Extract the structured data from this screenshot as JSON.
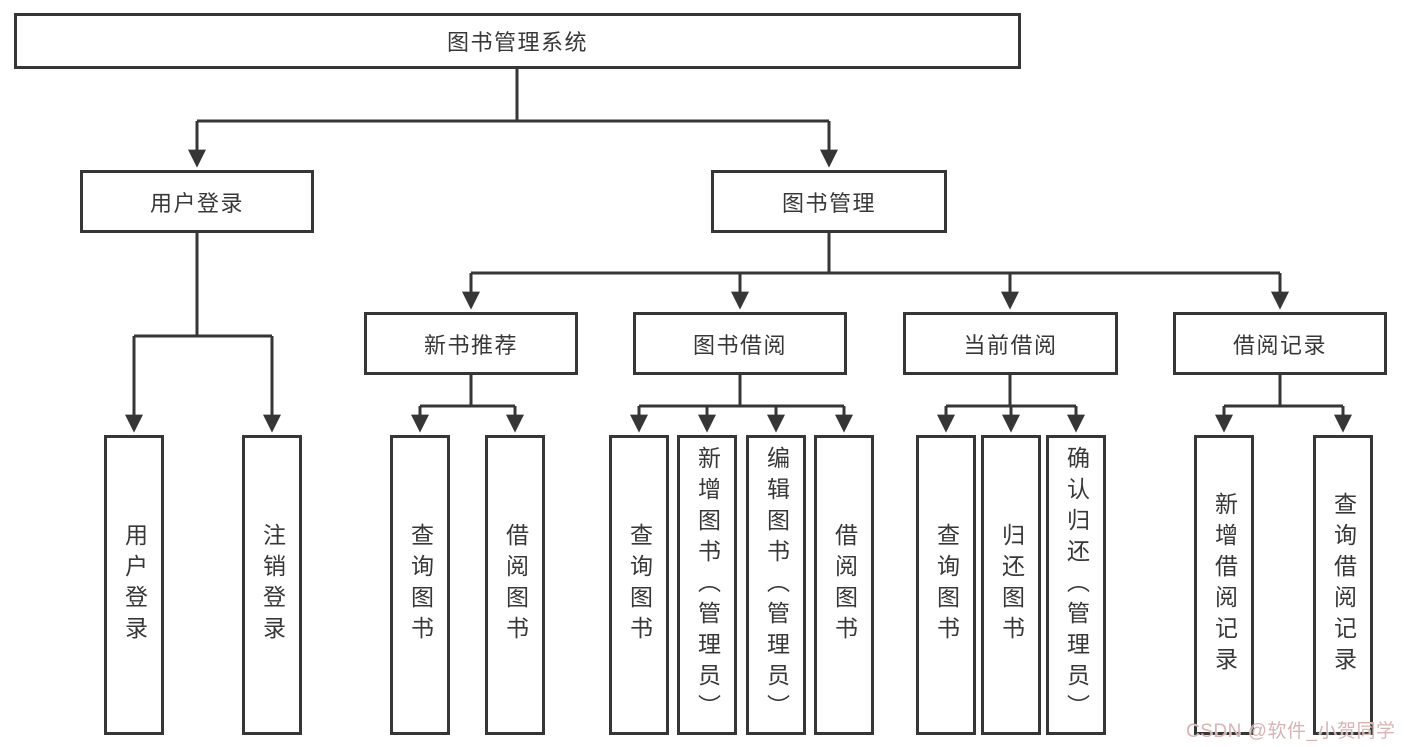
{
  "nodes": {
    "root": "图书管理系统",
    "user_login": "用户登录",
    "book_mgmt": "图书管理",
    "new_book_rec": "新书推荐",
    "book_borrow": "图书借阅",
    "current_borrow": "当前借阅",
    "borrow_records": "借阅记录",
    "user_login_leaf": "用户登录",
    "logout_leaf": "注销登录",
    "rec_query_books": "查询图书",
    "rec_borrow_books": "借阅图书",
    "borrow_query_books": "查询图书",
    "borrow_add_books": "新增图书（管理员）",
    "borrow_edit_books": "编辑图书（管理员）",
    "borrow_borrow_books": "借阅图书",
    "current_query_books": "查询图书",
    "current_return_books": "归还图书",
    "current_confirm_return": "确认归还（管理员）",
    "records_add_record": "新增借阅记录",
    "records_query_record": "查询借阅记录"
  },
  "watermark": {
    "text": "CSDN @软件_小贺同学",
    "color": "#d9b4b4"
  },
  "colors": {
    "line": "#363636",
    "text": "#383838",
    "background": "#ffffff"
  }
}
